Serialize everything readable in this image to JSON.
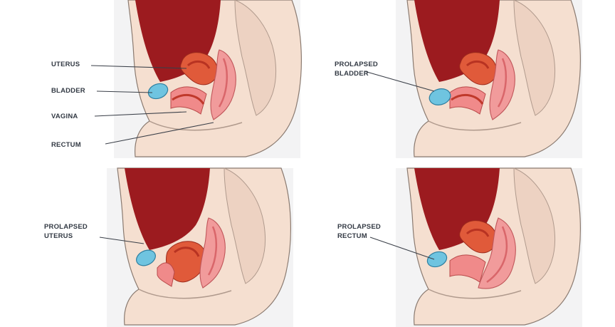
{
  "panels": [
    {
      "id": "normal",
      "labels": [
        "UTERUS",
        "BLADDER",
        "VAGINA",
        "RECTUM"
      ]
    },
    {
      "id": "prolapsed-bladder",
      "labels": [
        "PROLAPSED",
        "BLADDER"
      ]
    },
    {
      "id": "prolapsed-uterus",
      "labels": [
        "PROLAPSED",
        "UTERUS"
      ]
    },
    {
      "id": "prolapsed-rectum",
      "labels": [
        "PROLAPSED",
        "RECTUM"
      ]
    }
  ],
  "colors": {
    "background": "#f3f3f4",
    "skin": "#f5dfd0",
    "skin_outline": "#8a7a70",
    "abdomen": "#9c1b1f",
    "uterus": "#e05a3a",
    "uterus_dark": "#b83322",
    "bladder": "#6fc4e0",
    "vagina": "#f08a8a",
    "rectum": "#f19b9b",
    "rectum_dark": "#d9666a"
  }
}
